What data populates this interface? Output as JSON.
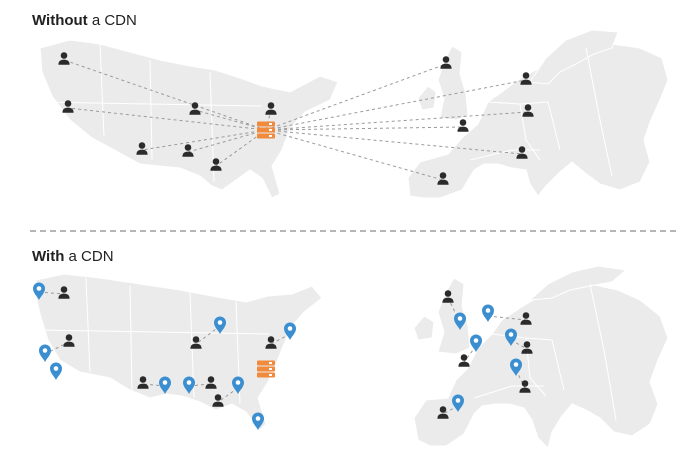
{
  "sections": {
    "without": {
      "bold": "Without",
      "rest": " a CDN"
    },
    "with": {
      "bold": "With",
      "rest": " a CDN"
    }
  },
  "colors": {
    "land": "#ebebeb",
    "border": "#ffffff",
    "origin_server": "#f08a3c",
    "edge_pin": "#3b8fd0",
    "user": "#2b2b2b",
    "connection": "#9a9a9a",
    "divider": "#8a8a8a"
  },
  "icons": {
    "user": "user-icon",
    "origin_server": "server-icon",
    "edge_location": "map-pin-icon"
  }
}
